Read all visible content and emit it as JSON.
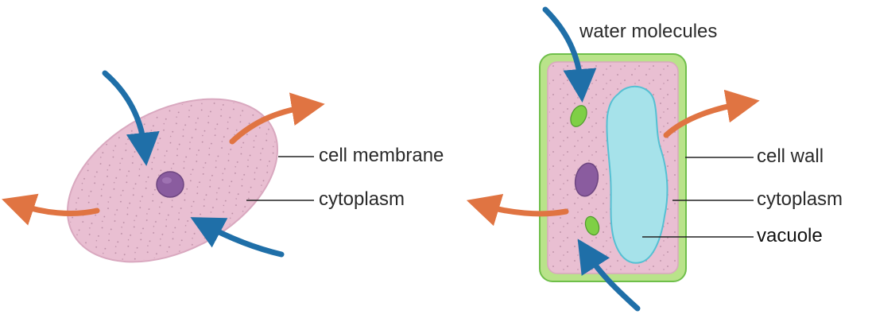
{
  "animal_cell": {
    "labels": {
      "cell_membrane": "cell membrane",
      "cytoplasm": "cytoplasm"
    }
  },
  "plant_cell": {
    "labels": {
      "water_molecules": "water molecules",
      "cell_wall": "cell wall",
      "cytoplasm": "cytoplasm",
      "vacuole": "vacuole"
    }
  },
  "colors": {
    "cytoplasm_fill": "#e9bfd2",
    "cell_membrane_stroke": "#d9a8bf",
    "cell_wall_fill": "#b9e38a",
    "cell_wall_stroke": "#6fbf4a",
    "vacuole_fill": "#a6e2ea",
    "vacuole_stroke": "#55c0d3",
    "nucleus_fill": "#8a5c9f",
    "chloroplast_fill": "#7fcf46",
    "water_in_arrow": "#1f6fa8",
    "water_out_arrow": "#e07442",
    "leader_line": "#222222"
  }
}
